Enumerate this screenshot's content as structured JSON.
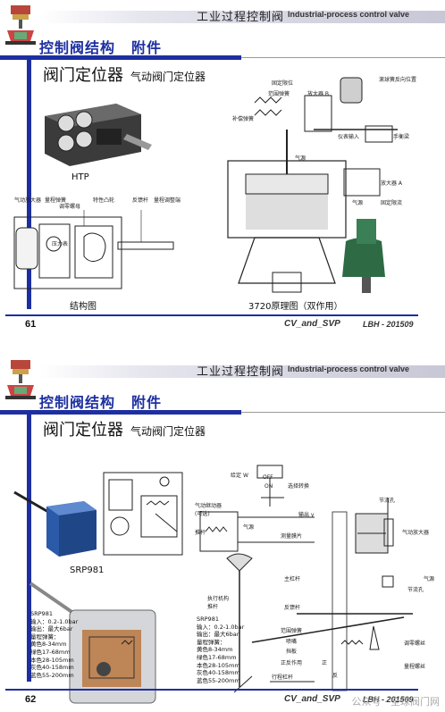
{
  "header": {
    "cn": "工业过程控制阀",
    "en": "Industrial-process control valve"
  },
  "section": {
    "title": "控制阀结构",
    "sub": "附件"
  },
  "subtitle": {
    "main": "阀门定位器",
    "small": "气动阀门定位器"
  },
  "slide1": {
    "htp_caption": "HTP",
    "structure_caption": "结构图",
    "principle_caption": "3720原理图（双作用）",
    "structure_labels": [
      "气动放大器",
      "量程弹簧",
      "调零螺母",
      "特性凸轮",
      "反馈杆",
      "量程调整端",
      "压力表"
    ],
    "principle_labels": [
      "固定限位",
      "范围弹簧",
      "补偿弹簧",
      "放大器 B",
      "滚球簧反向位置",
      "仪表输入",
      "手衡梁",
      "气源",
      "放大器 A",
      "固定限流",
      "气源"
    ],
    "footer": {
      "page": "61",
      "mid": "CV_and_SVP",
      "right": "LBH - 201509"
    }
  },
  "slide2": {
    "srp_caption": "SRP981",
    "spec_lines": [
      "SRP981",
      "输入：0.2-1.0bar",
      "输出：最大6bar",
      "量程弹簧：",
      "黄色8-34mm",
      "绿色17-68mm",
      "本色28-105mm",
      "灰色40-158mm",
      "蓝色55-200mm"
    ],
    "diagram_labels": {
      "setpoint": "给定",
      "setpoint_w": "W",
      "select": "选择转换",
      "off": "OFF",
      "on": "ON",
      "output": "输出 y",
      "relay": "气动继动器",
      "relay_opt": "(可选)",
      "piston": "推杆",
      "supply": "气源",
      "diaphragm": "测量膜片",
      "orifice": "节流孔",
      "amplifier": "气动放大器",
      "main_lever": "主杠杆",
      "actuator": "执行机构",
      "feedback": "反馈杆",
      "range_spring": "范围弹簧",
      "nozzle": "喷嘴",
      "flapper": "挡板",
      "direct": "正反作用",
      "travel_lever": "行程杠杆",
      "zero_screw": "调零螺丝",
      "range_screw": "量程螺丝",
      "supply2": "气源",
      "orifice2": "节流孔",
      "positive": "正",
      "reverse": "反"
    },
    "footer": {
      "page": "62",
      "mid": "CV_and_SVP",
      "right": "LBH - 201509"
    },
    "watermark": "公众号 · 全球阀门网"
  }
}
